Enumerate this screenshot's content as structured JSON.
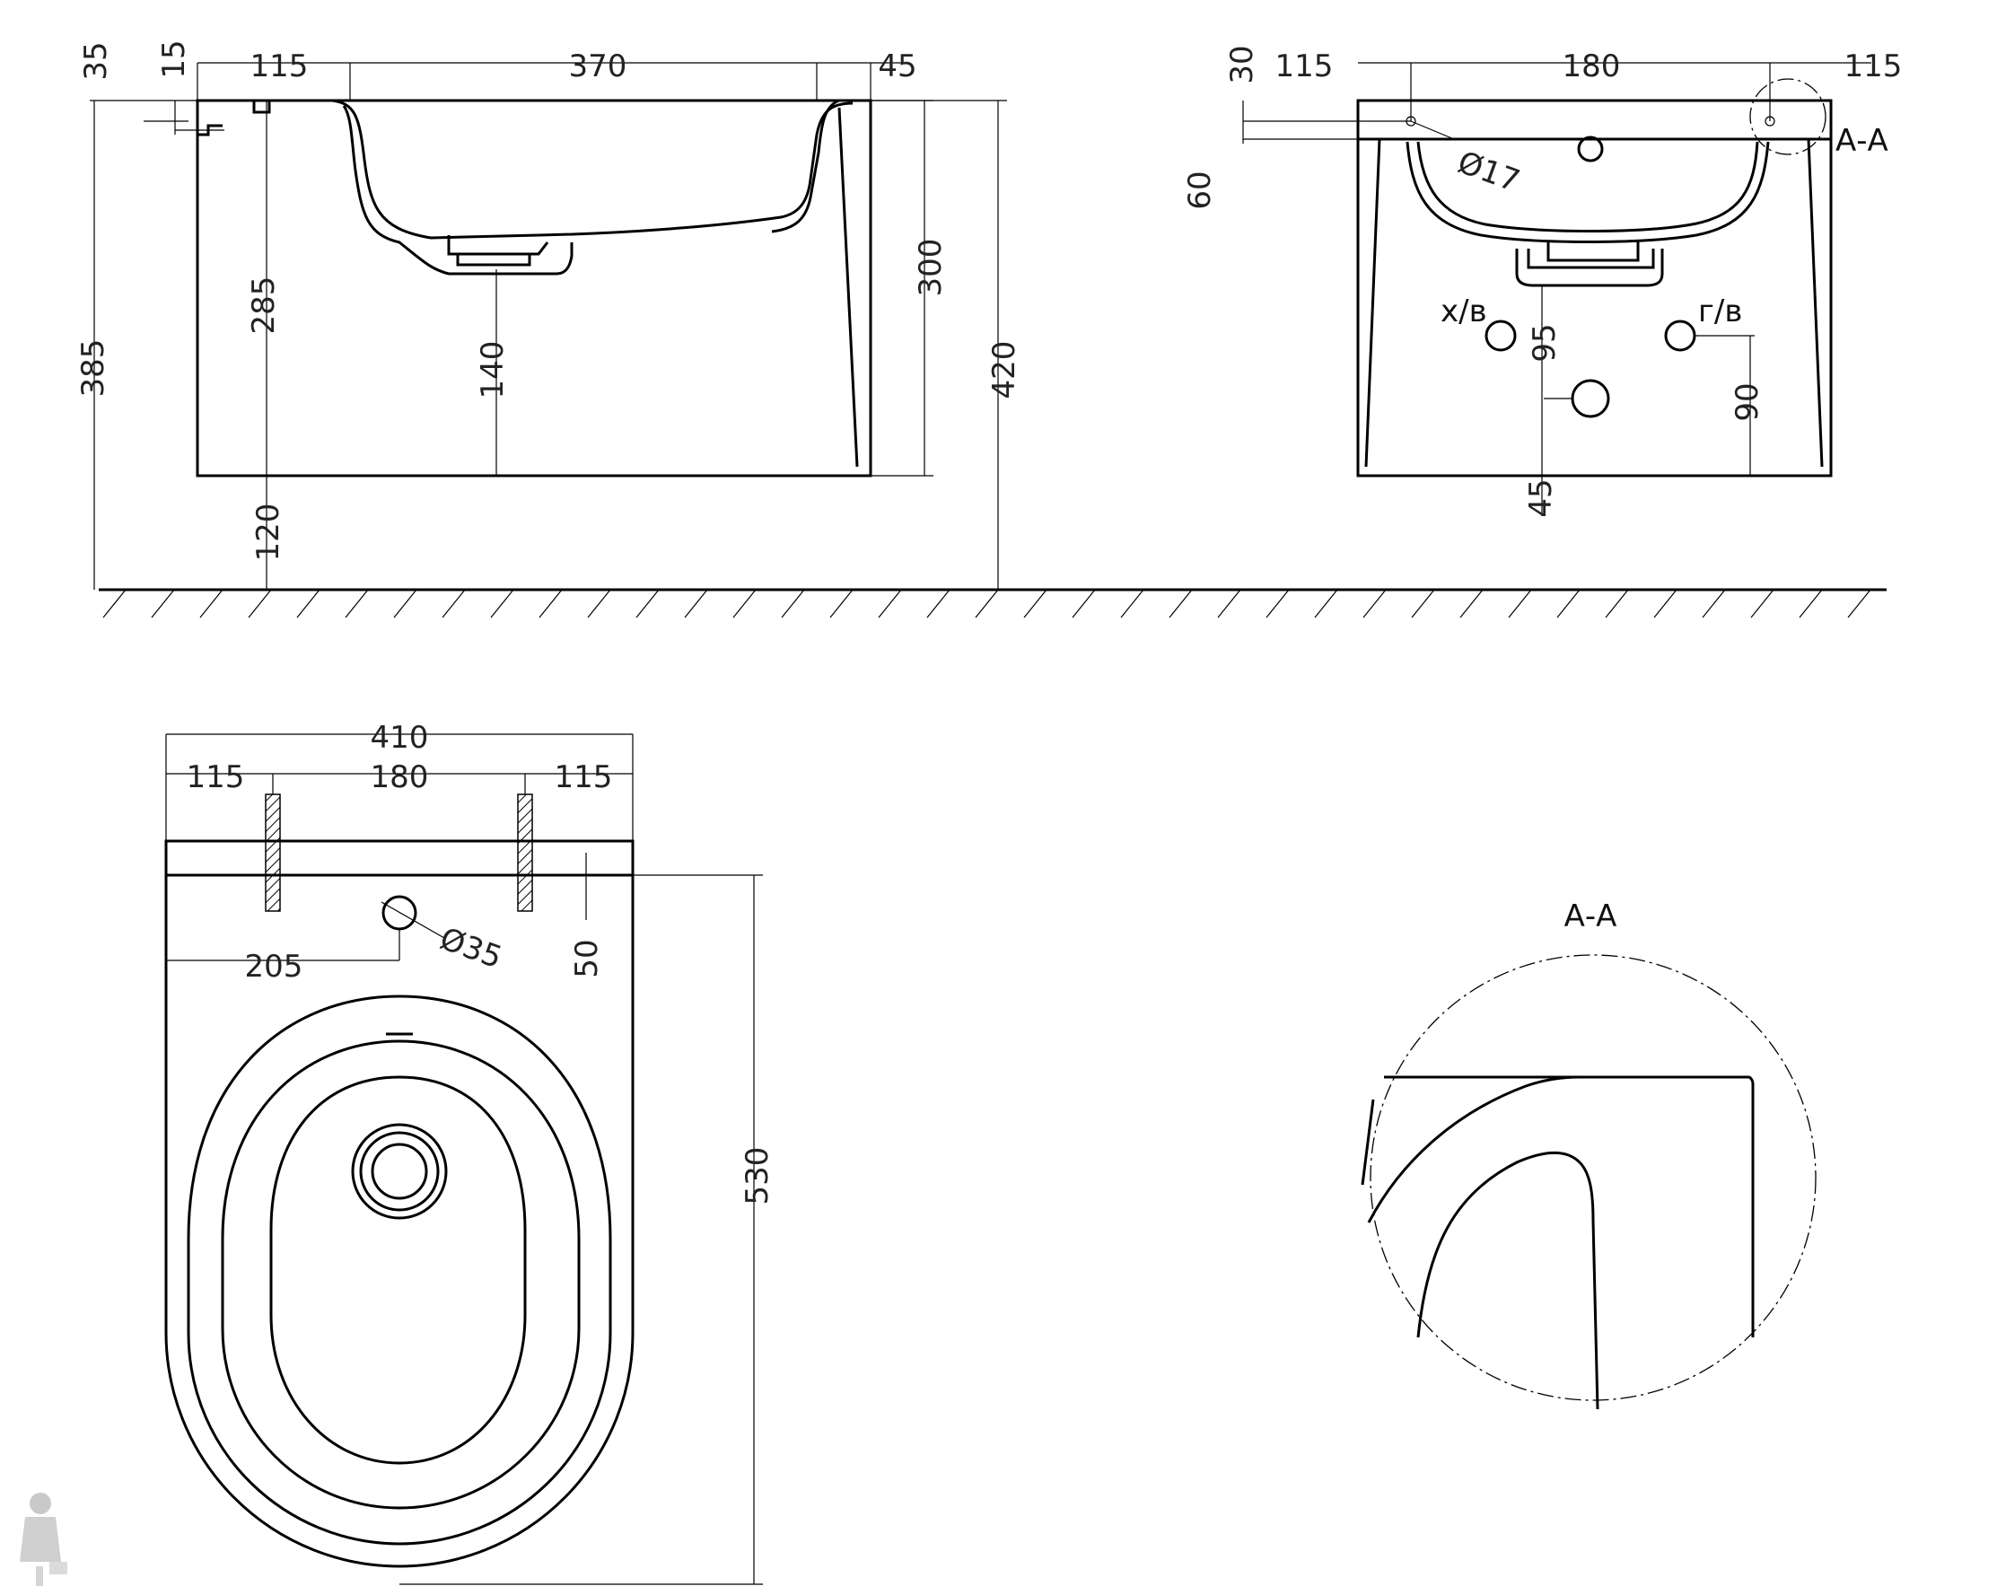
{
  "side_view": {
    "dims": {
      "d35": "35",
      "d15": "15",
      "d115": "115",
      "d370": "370",
      "d45": "45",
      "d385": "385",
      "d285": "285",
      "d140": "140",
      "d120": "120",
      "d300": "300",
      "d420": "420"
    }
  },
  "front_view": {
    "dims": {
      "d30": "30",
      "d115a": "115",
      "d180": "180",
      "d115b": "115",
      "d60": "60",
      "d17": "Ø17",
      "d95": "95",
      "d90": "90",
      "d45": "45"
    },
    "labels": {
      "cold": "х/в",
      "hot": "г/в",
      "section": "А-А"
    }
  },
  "top_view": {
    "dims": {
      "d410": "410",
      "d115a": "115",
      "d180": "180",
      "d115b": "115",
      "d205": "205",
      "d35": "Ø35",
      "d50": "50",
      "d530": "530"
    }
  },
  "detail": {
    "title": "А-А"
  }
}
